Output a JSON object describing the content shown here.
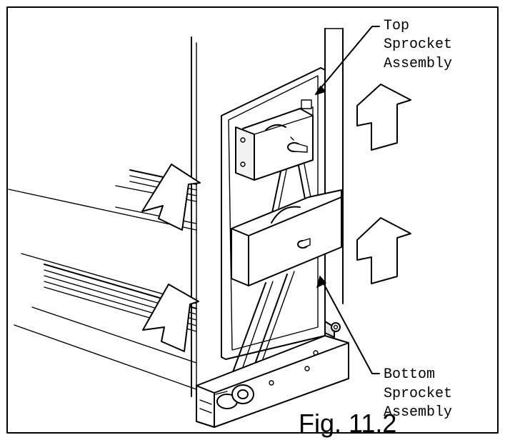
{
  "figure": {
    "caption": "Fig. 11.2",
    "labels": {
      "top": [
        "Top",
        "Sprocket",
        "Assembly"
      ],
      "bottom": [
        "Bottom",
        "Sprocket",
        "Assembly"
      ]
    }
  }
}
